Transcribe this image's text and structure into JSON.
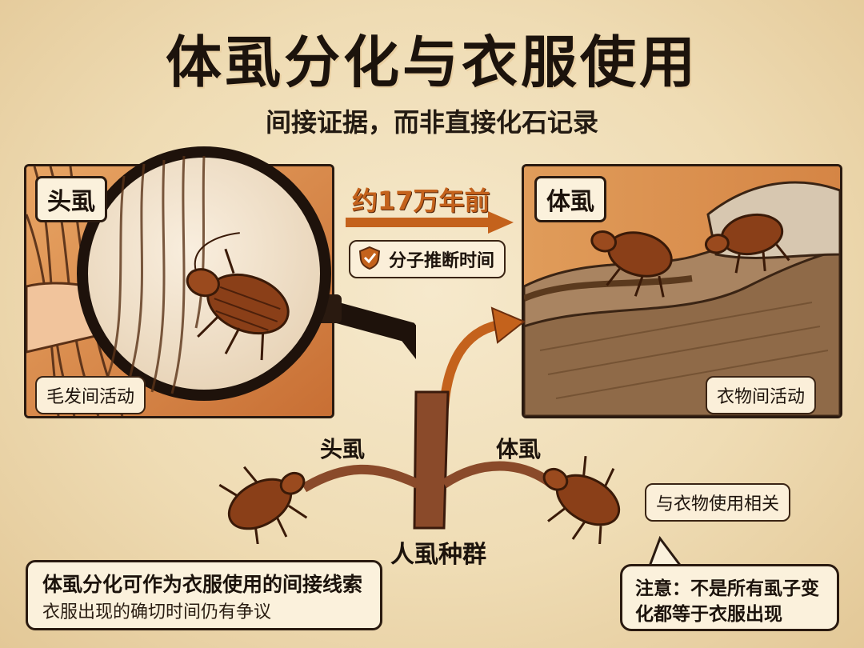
{
  "title": "体虱分化与衣服使用",
  "subtitle": "间接证据，而非直接化石记录",
  "left_panel": {
    "tag": "头虱",
    "caption": "毛发间活动"
  },
  "right_panel": {
    "tag": "体虱",
    "caption": "衣物间活动"
  },
  "timeline": {
    "label": "约17万年前",
    "badge": "分子推断时间"
  },
  "tree": {
    "left_branch": "头虱",
    "right_branch": "体虱",
    "root": "人虱种群"
  },
  "association_note": "与衣物使用相关",
  "conclusion": {
    "line1": "体虱分化可作为衣服使用的间接线索",
    "line2": "衣服出现的确切时间仍有争议"
  },
  "caution": {
    "line1": "注意：不是所有虱子变",
    "line2": "化都等于衣服出现"
  },
  "colors": {
    "accent_orange": "#c4621c",
    "louse_brown": "#7a3a16",
    "ink": "#1c130c"
  }
}
